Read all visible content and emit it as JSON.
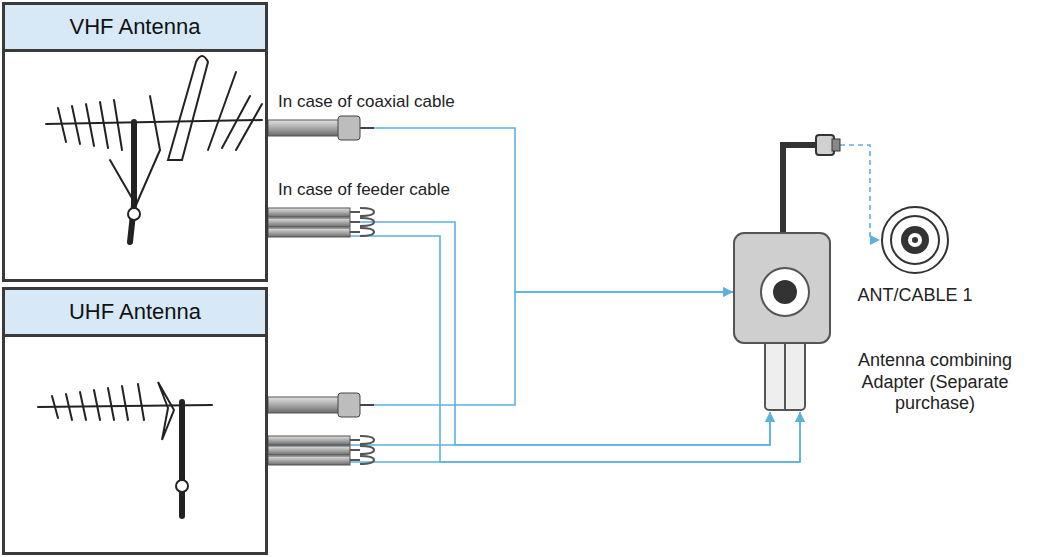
{
  "diagram": {
    "nodes": [
      {
        "text": [
          "VHF Antenna"
        ]
      },
      {
        "text": [
          "UHF Antenna"
        ]
      },
      {
        "text": [
          "Antenna combining Adapter (Separate purchase)"
        ]
      },
      {
        "text": [
          "ANT/CABLE 1"
        ]
      }
    ],
    "edges": [
      {
        "from": 0,
        "to": 2,
        "arrow": "to"
      },
      {
        "from": 1,
        "to": 2,
        "arrow": "to"
      },
      {
        "from": 0,
        "to": 2,
        "arrow": "to"
      },
      {
        "from": 1,
        "to": 2,
        "arrow": "to"
      },
      {
        "from": 2,
        "to": 3,
        "arrow": "to"
      }
    ],
    "labels": [
      "In case of coaxial cable",
      "In case of feeder cable"
    ]
  }
}
